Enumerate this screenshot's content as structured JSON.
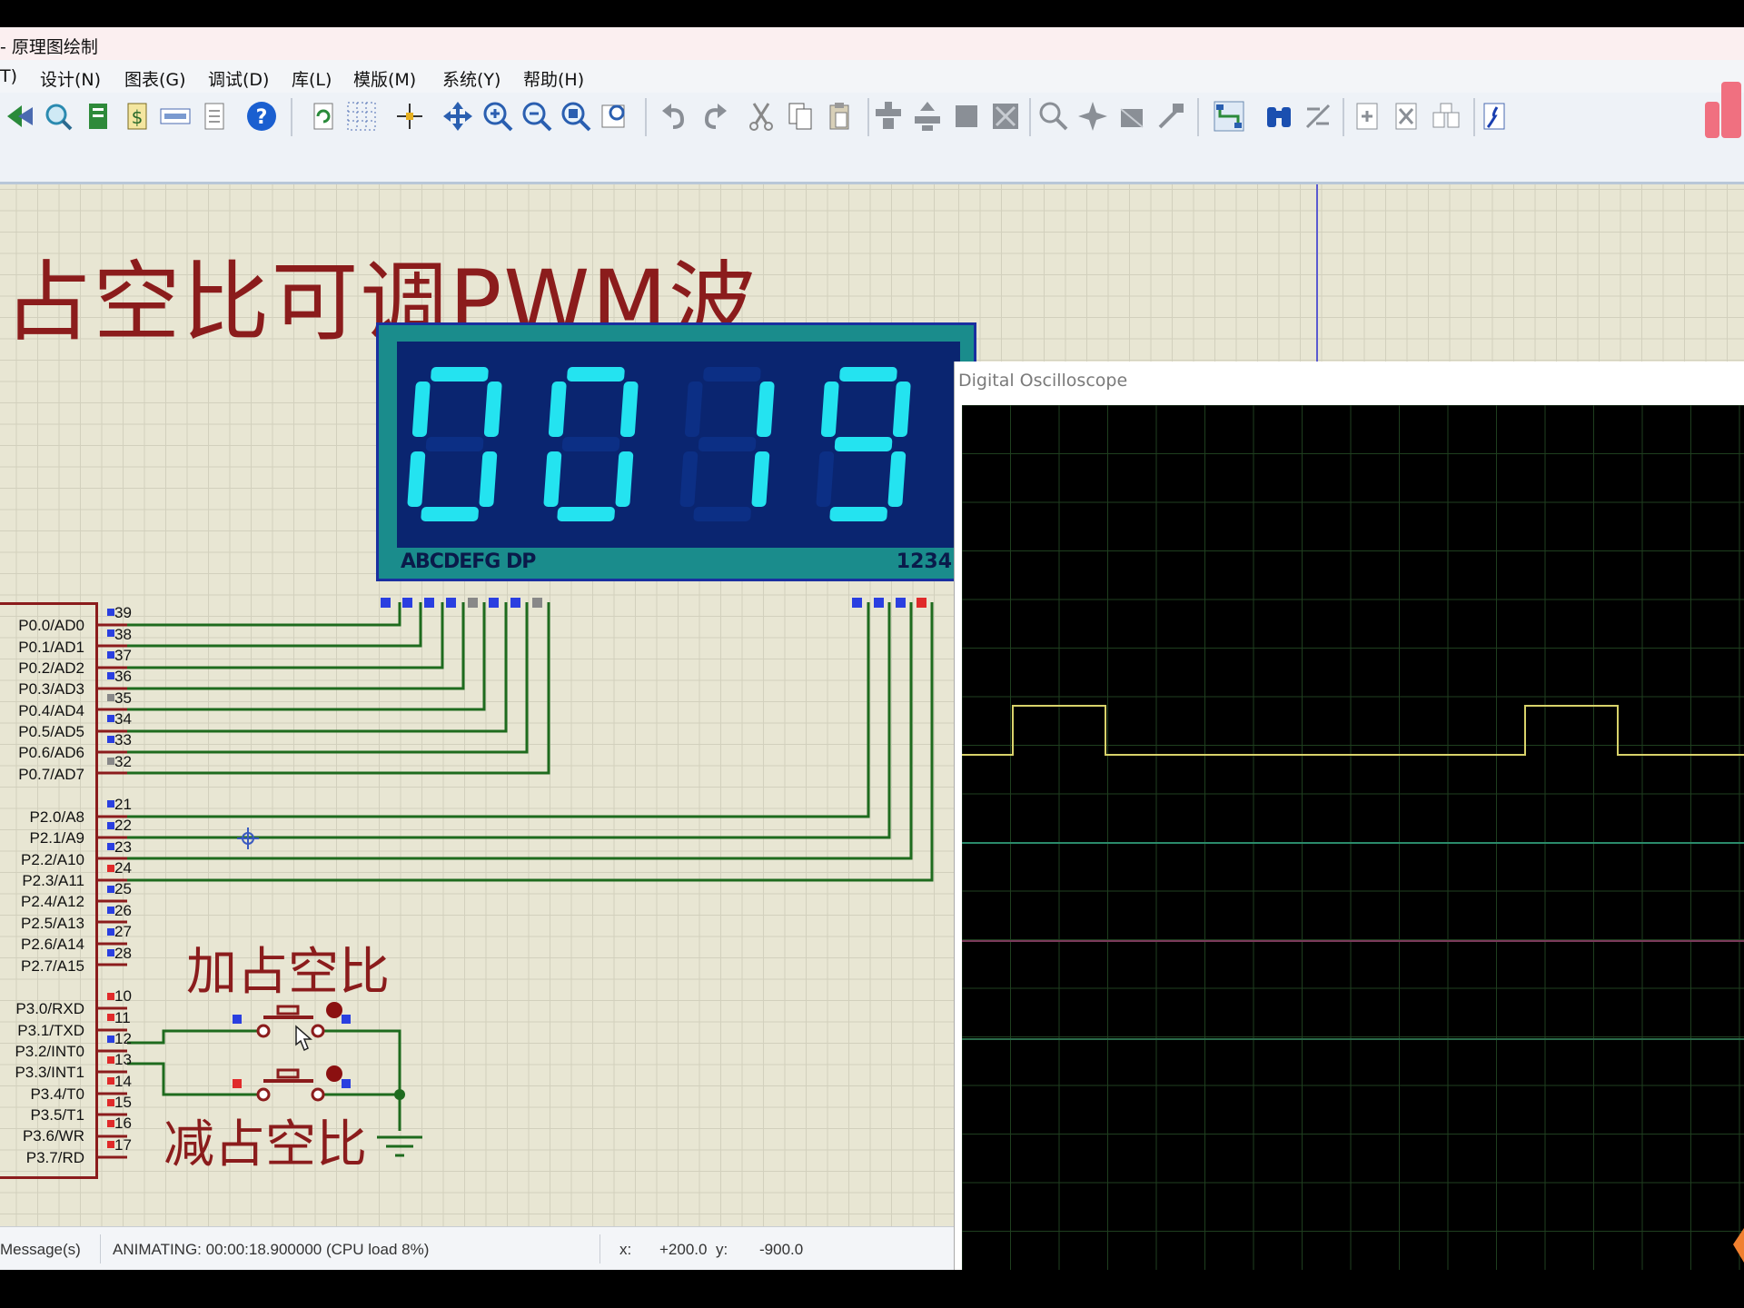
{
  "window": {
    "title": "- 原理图绘制"
  },
  "menu": [
    "T)",
    "设计(N)",
    "图表(G)",
    "调试(D)",
    "库(L)",
    "模版(M)",
    "系统(Y)",
    "帮助(H)"
  ],
  "schematic": {
    "title": ".占空比可调PWM波",
    "display": {
      "digits": [
        "0",
        "0",
        "1",
        "9"
      ],
      "label_segments": "ABCDEFG DP",
      "label_digits": "1234"
    },
    "mcu_pins": [
      {
        "name": "P0.0/AD0",
        "num": "39"
      },
      {
        "name": "P0.1/AD1",
        "num": "38"
      },
      {
        "name": "P0.2/AD2",
        "num": "37"
      },
      {
        "name": "P0.3/AD3",
        "num": "36"
      },
      {
        "name": "P0.4/AD4",
        "num": "35"
      },
      {
        "name": "P0.5/AD5",
        "num": "34"
      },
      {
        "name": "P0.6/AD6",
        "num": "33"
      },
      {
        "name": "P0.7/AD7",
        "num": "32"
      },
      {
        "name": "P2.0/A8",
        "num": "21"
      },
      {
        "name": "P2.1/A9",
        "num": "22"
      },
      {
        "name": "P2.2/A10",
        "num": "23"
      },
      {
        "name": "P2.3/A11",
        "num": "24"
      },
      {
        "name": "P2.4/A12",
        "num": "25"
      },
      {
        "name": "P2.5/A13",
        "num": "26"
      },
      {
        "name": "P2.6/A14",
        "num": "27"
      },
      {
        "name": "P2.7/A15",
        "num": "28"
      },
      {
        "name": "P3.0/RXD",
        "num": "10"
      },
      {
        "name": "P3.1/TXD",
        "num": "11"
      },
      {
        "name": "P3.2/INT0",
        "num": "12"
      },
      {
        "name": "P3.3/INT1",
        "num": "13"
      },
      {
        "name": "P3.4/T0",
        "num": "14"
      },
      {
        "name": "P3.5/T1",
        "num": "15"
      },
      {
        "name": "P3.6/WR",
        "num": "16"
      },
      {
        "name": "P3.7/RD",
        "num": "17"
      }
    ],
    "button_increase_label": "加占空比",
    "button_decrease_label": "减占空比"
  },
  "status": {
    "messages": "Message(s)",
    "animating": "ANIMATING: 00:00:18.900000 (CPU load 8%)",
    "x_label": "x:",
    "x_value": "+200.0",
    "y_label": "y:",
    "y_value": "-900.0"
  },
  "oscilloscope": {
    "title": "Digital Oscilloscope"
  },
  "colors": {
    "accent": "#8b1c1c",
    "wire": "#1e6b1e",
    "lcd_digit": "#24e3f0",
    "trace": "#d8d26a"
  }
}
